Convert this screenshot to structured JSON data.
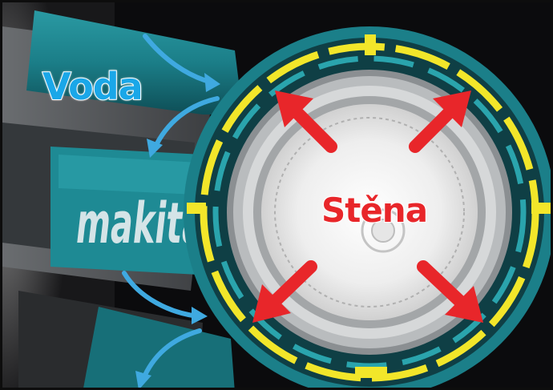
{
  "labels": {
    "water": "Voda",
    "wall": "Stěna",
    "brand_logo": "makita"
  },
  "colors": {
    "water_label": "#1aa7e8",
    "wall_label": "#e8262a",
    "water_arrows": "#3fa9e0",
    "wall_arrows": "#e8262a",
    "housing_teal": "#1f8e98",
    "seal_yellow": "#f2e62a"
  },
  "icons": {
    "water_flow": "curved-arrow-icon",
    "wall_pressure": "straight-arrow-icon"
  }
}
